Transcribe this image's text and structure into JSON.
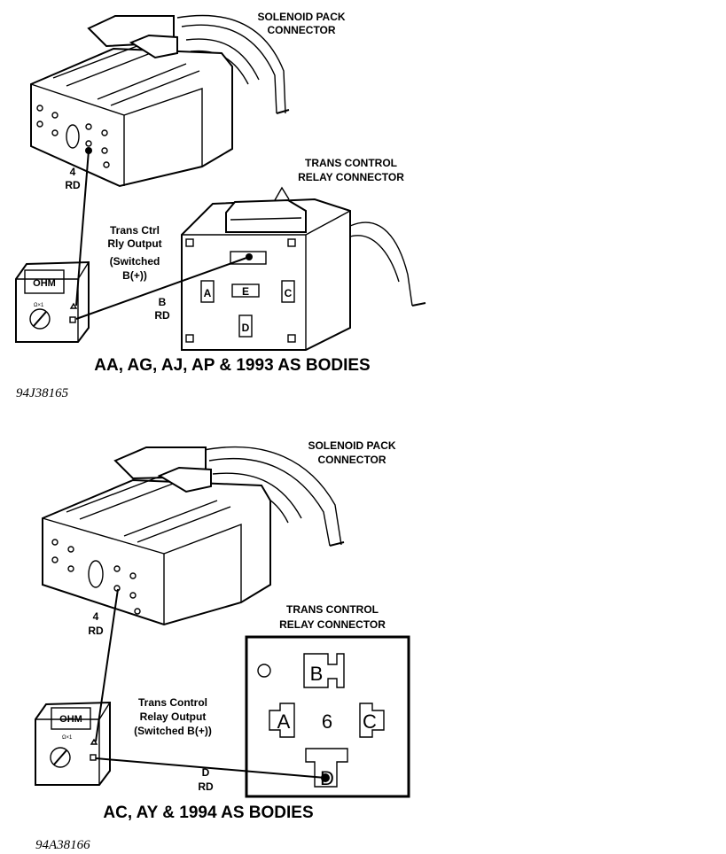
{
  "top": {
    "solenoid_label": [
      "SOLENOID PACK",
      "CONNECTOR"
    ],
    "relay_label": [
      "TRANS CONTROL",
      "RELAY CONNECTOR"
    ],
    "wire4_label": [
      "4",
      "RD"
    ],
    "wireB_label": [
      "B",
      "RD"
    ],
    "output_label": [
      "Trans Ctrl",
      "Rly Output",
      "(Switched",
      "B(+))"
    ],
    "meter_display": "OHM",
    "pins": [
      "A",
      "E",
      "C",
      "D"
    ],
    "bodies_title": "AA, AG, AJ, AP & 1993 AS BODIES",
    "figure_code": "94J38165"
  },
  "bottom": {
    "solenoid_label": [
      "SOLENOID PACK",
      "CONNECTOR"
    ],
    "relay_label": [
      "TRANS CONTROL",
      "RELAY CONNECTOR"
    ],
    "wire4_label": [
      "4",
      "RD"
    ],
    "wireD_label": [
      "D",
      "RD"
    ],
    "output_label": [
      "Trans Control",
      "Relay Output",
      "(Switched B(+))"
    ],
    "meter_display": "OHM",
    "pins": [
      "B",
      "A",
      "6",
      "C",
      "D"
    ],
    "bodies_title": "AC, AY & 1994 AS BODIES",
    "figure_code": "94A38166"
  }
}
